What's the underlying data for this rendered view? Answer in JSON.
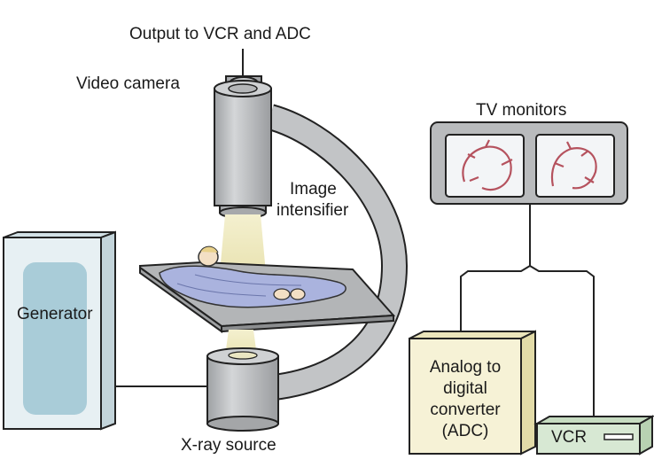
{
  "labels": {
    "output": "Output to VCR and ADC",
    "video_camera": "Video camera",
    "image_intensifier_line1": "Image",
    "image_intensifier_line2": "intensifier",
    "tv_monitors": "TV monitors",
    "generator": "Generator",
    "xray_source": "X-ray source",
    "adc_line1": "Analog to",
    "adc_line2": "digital",
    "adc_line3": "converter",
    "adc_line4": "(ADC)",
    "vcr": "VCR"
  },
  "colors": {
    "device_gray": "#b9bbbd",
    "outline": "#222222",
    "generator_fill": "#e7f0f3",
    "generator_window": "#a9ccd8",
    "beam": "#f1edc4",
    "adc_fill": "#f6f2d6",
    "vcr_fill": "#d7e8d3",
    "blanket": "#a7b3dc",
    "vessels": "#b5525e"
  }
}
